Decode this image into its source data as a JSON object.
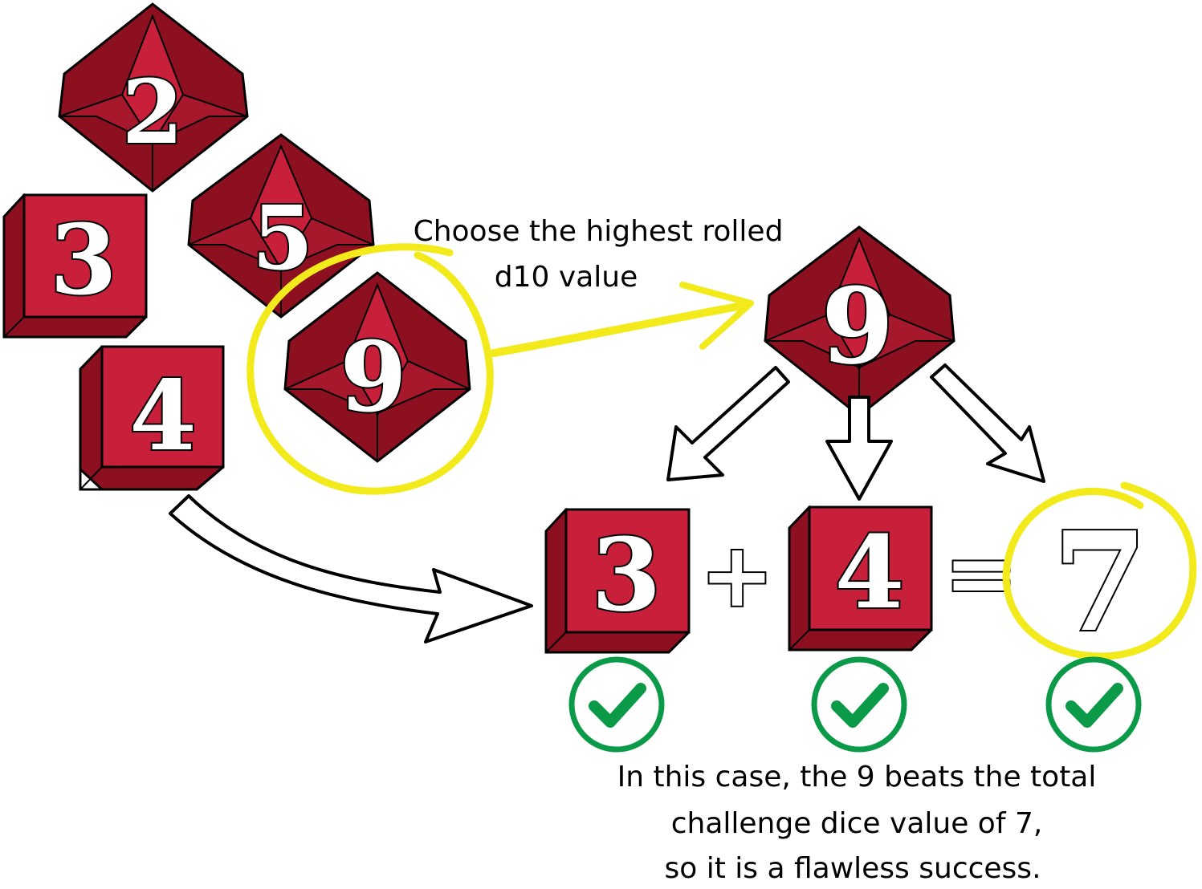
{
  "colors": {
    "die_face": "#c8203a",
    "die_dark": "#8c1020",
    "die_mid": "#a8182c",
    "highlight": "#f2ea1a",
    "check": "#0a9a48"
  },
  "rolled_dice": {
    "d10_a": "2",
    "d10_b": "5",
    "d10_c": "9",
    "d6_a": "3",
    "d6_b": "4"
  },
  "instruction": {
    "line1": "Choose the highest rolled",
    "line2": "d10 value"
  },
  "selected_d10": "9",
  "equation": {
    "die1": "3",
    "plus": "+",
    "die2": "4",
    "equals": "=",
    "total": "7"
  },
  "conclusion": {
    "line1": "In this case, the 9 beats the total",
    "line2": "challenge dice value of 7,",
    "line3": "so it is a flawless success."
  },
  "icons": [
    "check-icon",
    "check-icon",
    "check-icon"
  ]
}
